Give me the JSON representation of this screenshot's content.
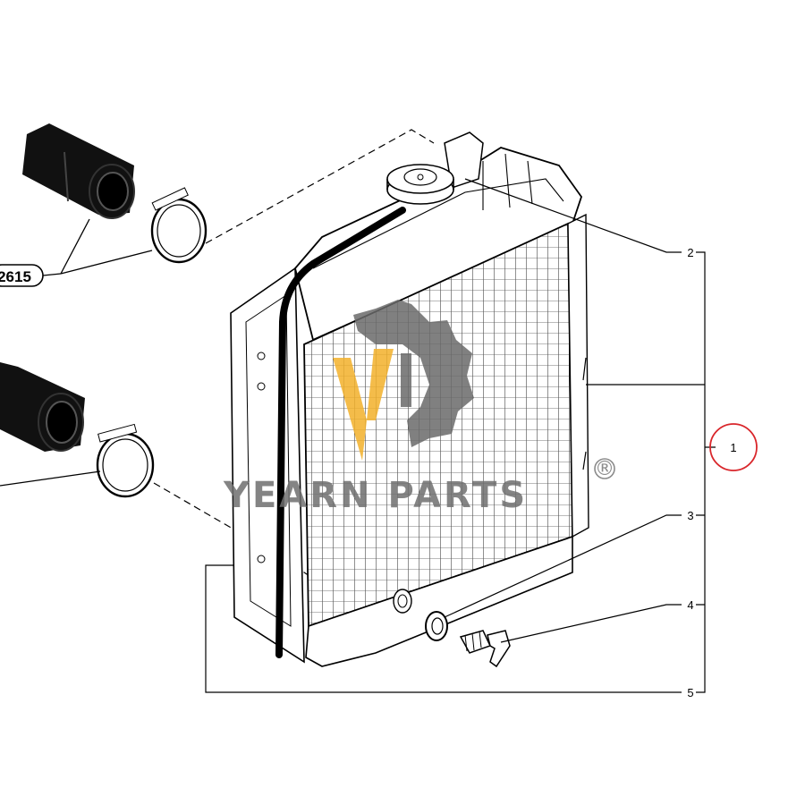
{
  "diagram": {
    "reference_label": "2615",
    "callouts": [
      {
        "id": "2",
        "label": "2"
      },
      {
        "id": "1",
        "label": "1",
        "highlighted": true
      },
      {
        "id": "3",
        "label": "3"
      },
      {
        "id": "4",
        "label": "4"
      },
      {
        "id": "5",
        "label": "5"
      }
    ],
    "highlight_color": "#d9262b"
  },
  "watermark": {
    "text": "YEARN PARTS",
    "registered_mark": "®",
    "logo_color_gold": "#f3b12b",
    "logo_color_gray": "#6a6a6a"
  }
}
